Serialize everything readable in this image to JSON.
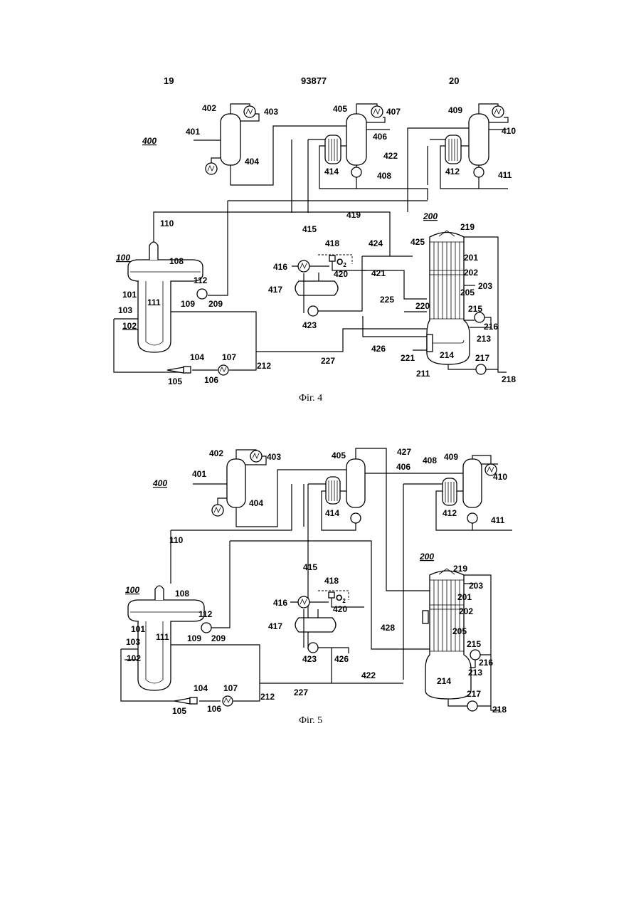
{
  "header": {
    "left_page": "19",
    "doc_number": "93877",
    "right_page": "20"
  },
  "figures": [
    {
      "caption": "Фіг. 4",
      "labels": {
        "s400": "400",
        "s100": "100",
        "s200": "200",
        "l401": "401",
        "l402": "402",
        "l403": "403",
        "l404": "404",
        "l405": "405",
        "l406": "406",
        "l407": "407",
        "l408": "408",
        "l409": "409",
        "l410": "410",
        "l411": "411",
        "l412": "412",
        "l414": "414",
        "l415": "415",
        "l416": "416",
        "l417": "417",
        "l418": "418",
        "lO2": "O",
        "lO2sub": "2",
        "l419": "419",
        "l420": "420",
        "l421": "421",
        "l422": "422",
        "l423": "423",
        "l424": "424",
        "l425": "425",
        "l426": "426",
        "l227": "227",
        "l110": "110",
        "l108": "108",
        "l112": "112",
        "l101": "101",
        "l103": "103",
        "l111": "111",
        "l102": "102",
        "l109": "109",
        "l209": "209",
        "l104": "104",
        "l107": "107",
        "l105": "105",
        "l106": "106",
        "l212": "212",
        "l219": "219",
        "l201": "201",
        "l202": "202",
        "l203": "203",
        "l205": "205",
        "l225": "225",
        "l220": "220",
        "l215": "215",
        "l216": "216",
        "l213": "213",
        "l214": "214",
        "l221": "221",
        "l211": "211",
        "l217": "217",
        "l218": "218"
      }
    },
    {
      "caption": "Фіг. 5",
      "labels": {
        "s400": "400",
        "s100": "100",
        "s200": "200",
        "l401": "401",
        "l402": "402",
        "l403": "403",
        "l404": "404",
        "l405": "405",
        "l427": "427",
        "l406": "406",
        "l408": "408",
        "l409": "409",
        "l410": "410",
        "l411": "411",
        "l412": "412",
        "l414": "414",
        "l415": "415",
        "l416": "416",
        "l417": "417",
        "l418": "418",
        "lO2": "O",
        "lO2sub": "2",
        "l420": "420",
        "l423": "423",
        "l426": "426",
        "l428": "428",
        "l422": "422",
        "l227": "227",
        "l110": "110",
        "l108": "108",
        "l112": "112",
        "l101": "101",
        "l103": "103",
        "l111": "111",
        "l102": "102",
        "l109": "109",
        "l209": "209",
        "l104": "104",
        "l107": "107",
        "l105": "105",
        "l106": "106",
        "l212": "212",
        "l219": "219",
        "l203": "203",
        "l201": "201",
        "l202": "202",
        "l205": "205",
        "l215": "215",
        "l216": "216",
        "l213": "213",
        "l214": "214",
        "l217": "217",
        "l218": "218"
      }
    }
  ]
}
